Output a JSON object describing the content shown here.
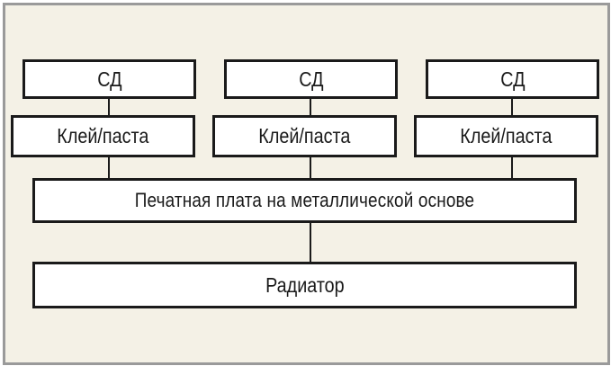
{
  "diagram": {
    "led_label": "СД",
    "adhesive_label": "Клей/паста",
    "board_label": "Печатная плата на металлической основе",
    "radiator_label": "Радиатор",
    "colors": {
      "background": "#f4f1e6",
      "frame": "#9a9a9a",
      "box_fill": "#ffffff",
      "stroke": "#1a1a1a"
    }
  }
}
